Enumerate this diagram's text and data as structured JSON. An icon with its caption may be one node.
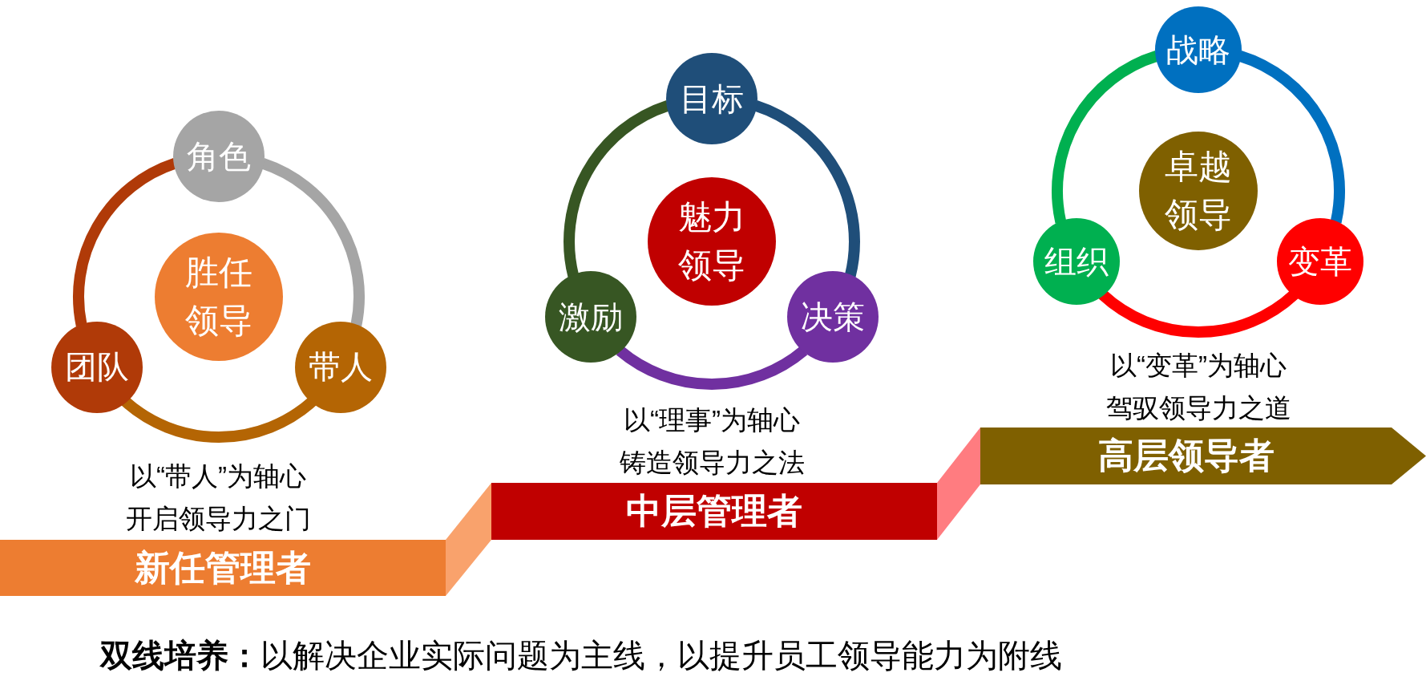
{
  "diagram": {
    "nodes": [
      {
        "text": [
          "角色"
        ]
      },
      {
        "text": [
          "胜任领导"
        ]
      },
      {
        "text": [
          "团队"
        ]
      },
      {
        "text": [
          "带人"
        ]
      },
      {
        "text": [
          "新任管理者"
        ],
        "beside": [
          "以“带人”为轴心",
          "开启领导力之门"
        ]
      },
      {
        "text": [
          "目标"
        ]
      },
      {
        "text": [
          "魅力领导"
        ]
      },
      {
        "text": [
          "激励"
        ]
      },
      {
        "text": [
          "决策"
        ]
      },
      {
        "text": [
          "中层管理者"
        ],
        "beside": [
          "以“理事”为轴心",
          "铸造领导力之法"
        ]
      },
      {
        "text": [
          "战略"
        ]
      },
      {
        "text": [
          "卓越领导"
        ]
      },
      {
        "text": [
          "组织"
        ]
      },
      {
        "text": [
          "变革"
        ]
      },
      {
        "text": [
          "高层领导者"
        ],
        "beside": [
          "以“变革”为轴心",
          "驾驭领导力之道"
        ]
      }
    ],
    "edges": [
      {
        "from": 0,
        "to": 3,
        "arrow": "none",
        "color": "#a5a5a5"
      },
      {
        "from": 3,
        "to": 2,
        "arrow": "none",
        "color": "#b46504"
      },
      {
        "from": 2,
        "to": 0,
        "arrow": "none",
        "color": "#b03a08"
      },
      {
        "from": 4,
        "to": 9,
        "arrow": "none",
        "color": "#f9a26c"
      },
      {
        "from": 5,
        "to": 8,
        "arrow": "none",
        "color": "#1f4e79"
      },
      {
        "from": 8,
        "to": 7,
        "arrow": "none",
        "color": "#7030a0"
      },
      {
        "from": 7,
        "to": 5,
        "arrow": "none",
        "color": "#375623"
      },
      {
        "from": 9,
        "to": 14,
        "arrow": "none",
        "color": "#ff7c80"
      },
      {
        "from": 10,
        "to": 13,
        "arrow": "none",
        "color": "#0070c0"
      },
      {
        "from": 13,
        "to": 12,
        "arrow": "none",
        "color": "#ff0000"
      },
      {
        "from": 12,
        "to": 10,
        "arrow": "none",
        "color": "#00b050"
      }
    ],
    "labels": [
      "**双线培养：**以解决企业实际问题为主线，以提升员工领导能力为附线"
    ]
  }
}
